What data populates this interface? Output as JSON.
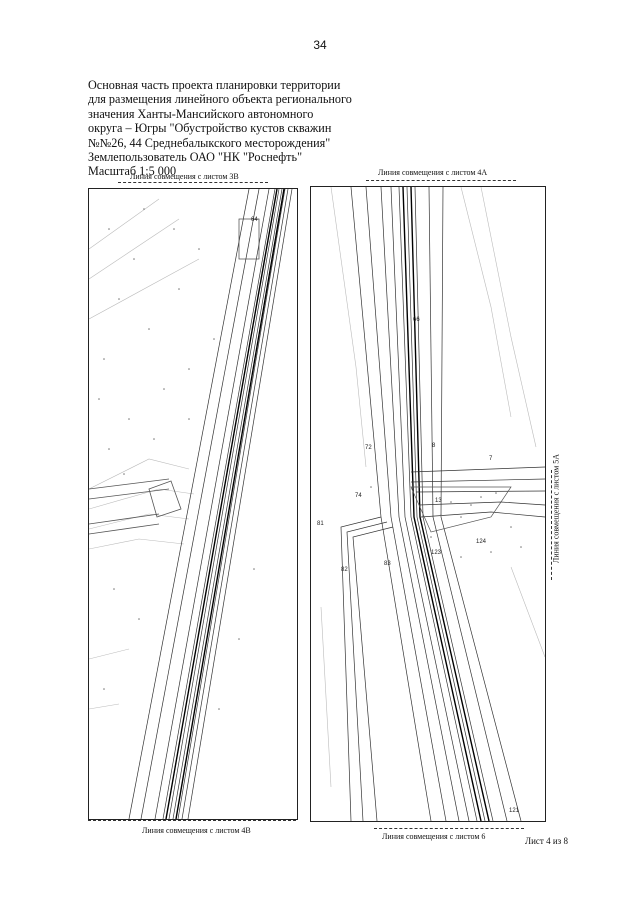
{
  "page_number": "34",
  "heading": {
    "lines": [
      "Основная часть проекта планировки территории",
      "для размещения линейного объекта регионального",
      "значения Ханты-Мансийского автономного",
      "округа – Югры \"Обустройство кустов скважин",
      "№№26, 44 Среднебалыкского месторождения\"",
      "Землепользователь ОАО \"НК \"Роснефть\"",
      "Масштаб 1:5 000"
    ]
  },
  "captions": {
    "left_top": "Линия совмещения с листом 3В",
    "left_bottom": "Линия совмещения с листом 4В",
    "right_top": "Линия совмещения с листом  4А",
    "right_bottom": "Линия совмещения с листом  6",
    "right_side": "Линия совмещения с листом  5А"
  },
  "left_map_labels": {
    "point_64": "64"
  },
  "right_map_labels": {
    "p66": "66",
    "p72": "72",
    "p8": "8",
    "p7": "7",
    "p74": "74",
    "p13": "13",
    "p81": "81",
    "p123": "123",
    "p124": "124",
    "p82": "82",
    "p83": "83",
    "p121": "121"
  },
  "sheet_index": "Лист 4 из 8"
}
